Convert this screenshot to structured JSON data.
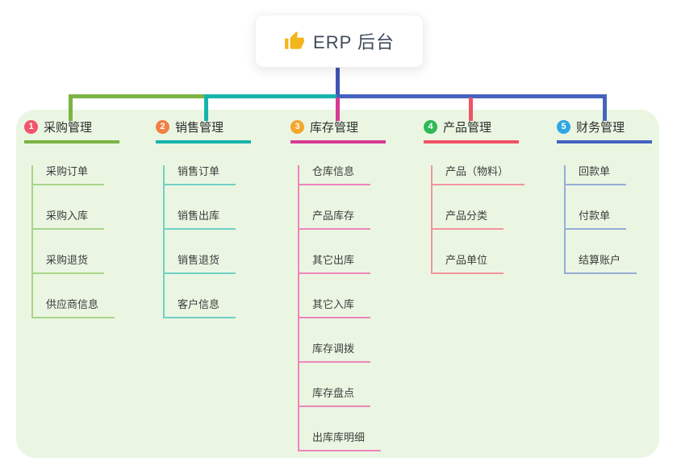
{
  "root": {
    "title": "ERP 后台",
    "icon": "thumbs-up-icon",
    "icon_color": "#f4b41c"
  },
  "colors": {
    "page_bg": "#ffffff",
    "panel_bg": "#eaf6e2",
    "trunk_line": "#4153b4",
    "root_text": "#3f4a5a",
    "branch_title_text": "#2d2d2d",
    "child_text": "#3c3c3c"
  },
  "branches": [
    {
      "number": "1",
      "title": "采购管理",
      "badge_color": "#f2556b",
      "line_color": "#7cb342",
      "sub_line_color": "#a9d487",
      "children": [
        "采购订单",
        "采购入库",
        "采购退货",
        "供应商信息"
      ]
    },
    {
      "number": "2",
      "title": "销售管理",
      "badge_color": "#f28044",
      "line_color": "#17b3ab",
      "sub_line_color": "#72cfc6",
      "children": [
        "销售订单",
        "销售出库",
        "销售退货",
        "客户信息"
      ]
    },
    {
      "number": "3",
      "title": "库存管理",
      "badge_color": "#f6a52b",
      "line_color": "#d63a92",
      "sub_line_color": "#ef85bc",
      "children": [
        "仓库信息",
        "产品库存",
        "其它出库",
        "其它入库",
        "库存调拨",
        "库存盘点",
        "出库库明细"
      ]
    },
    {
      "number": "4",
      "title": "产品管理",
      "badge_color": "#2eb956",
      "line_color": "#f05366",
      "sub_line_color": "#f4949d",
      "children": [
        "产品（物料）",
        "产品分类",
        "产品单位"
      ]
    },
    {
      "number": "5",
      "title": "财务管理",
      "badge_color": "#2fa7e0",
      "line_color": "#4563bf",
      "sub_line_color": "#95add9",
      "children": [
        "回款单",
        "付款单",
        "结算账户"
      ]
    }
  ]
}
